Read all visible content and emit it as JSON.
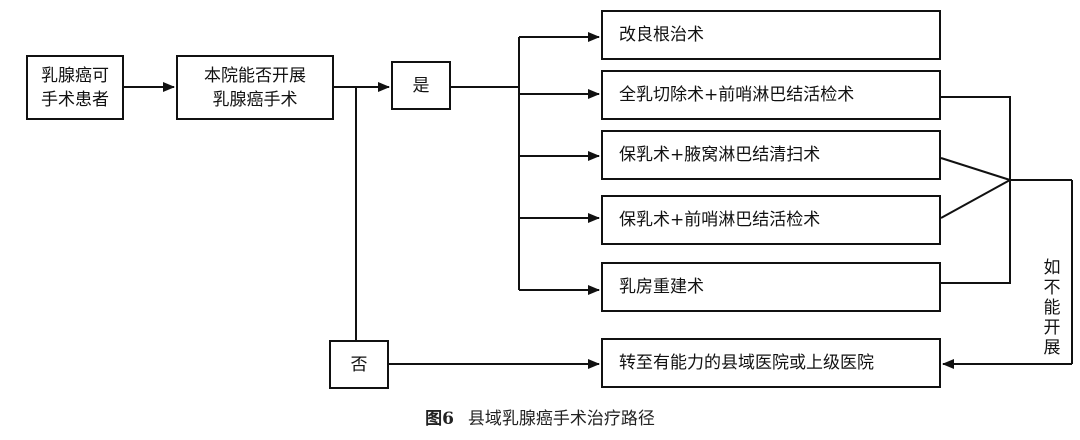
{
  "diagram": {
    "nodes": {
      "patients": "乳腺癌可\n手术患者",
      "capability": "本院能否开展\n乳腺癌手术",
      "yes": "是",
      "no": "否",
      "op1": "改良根治术",
      "op2": "全乳切除术+前哨淋巴结活检术",
      "op3": "保乳术+腋窝淋巴结清扫术",
      "op4": "保乳术+前哨淋巴结活检术",
      "op5": "乳房重建术",
      "referral": "转至有能力的县域医院或上级医院"
    },
    "side_label": [
      "如",
      "不",
      "能",
      "开",
      "展"
    ]
  },
  "caption": {
    "figure_number": "图6",
    "title": "县域乳腺癌手术治疗路径"
  }
}
